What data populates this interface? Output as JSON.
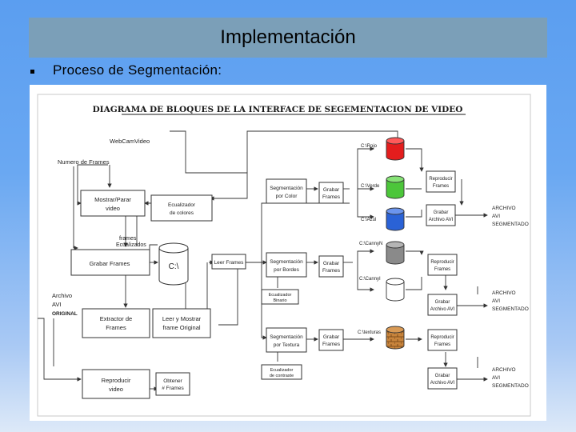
{
  "slide": {
    "title": "Implementación",
    "bullet": "Proceso de Segmentación:"
  },
  "diagram": {
    "heading": "DIAGRAMA DE BLOQUES DE LA INTERFACE DE SEGEMENTACION DE VIDEO",
    "input_labels": {
      "webcam": "WebCamVideo",
      "num_frames": "Numero de Frames",
      "frames_ecualizados_1": "frames",
      "frames_ecualizados_2": "Ecualizados",
      "archivo_1": "Archivo",
      "archivo_2": "AVI",
      "archivo_3": "ORIGINAL"
    },
    "blocks": {
      "mostrar_1": "Mostrar/Parar",
      "mostrar_2": "video",
      "ecualizador_1": "Ecualizador",
      "ecualizador_2": "de colores",
      "grabar_frames": "Grabar Frames",
      "disk": "C:\\",
      "leer_frames": "Leer Frames",
      "extractor_1": "Extractor de",
      "extractor_2": "Frames",
      "leer_mostrar_1": "Leer y Mostrar",
      "leer_mostrar_2": "frame Original",
      "reproducir_1": "Reproducir",
      "reproducir_2": "video",
      "obtener_1": "Obtener",
      "obtener_2": "# Frames",
      "seg_color_1": "Segmentación",
      "seg_color_2": "por Color",
      "seg_bordes_1": "Segmentación",
      "seg_bordes_2": "por Bordes",
      "seg_textura_1": "Segmentación",
      "seg_textura_2": "por Textura",
      "ecu_binario_1": "Ecualizador",
      "ecu_binario_2": "Binario",
      "ecu_contraste_1": "Ecualizador",
      "ecu_contraste_2": "de contraste",
      "grabar_1": "Grabar",
      "grabar_2": "Frames",
      "repro_frames_1": "Reproducir",
      "repro_frames_2": "Frames",
      "grabar_avi_1": "Grabar",
      "grabar_avi_2": "Archivo AVI"
    },
    "paths": {
      "rojo": "C:\\Rojo",
      "verde": "C:\\Verde",
      "azul": "C:\\Azul",
      "canny_n": "C:\\CannyN",
      "canny_i": "C:\\CannyI",
      "texturas": "C:\\texturas"
    },
    "outputs": {
      "out1_1": "ARCHIVO",
      "out1_2": "AVI",
      "out1_3": "SEGMENTADO",
      "out2_1": "ARCHIVO",
      "out2_2": "AVI",
      "out2_3": "SEGMENTADO",
      "out3_1": "ARCHIVO",
      "out3_2": "AVI",
      "out3_3": "SEGMENTADO"
    },
    "colors": {
      "red_db": "#e31d1d",
      "green_db": "#4cc63a",
      "blue_db": "#2a62d6",
      "gray_db": "#8a8a8a",
      "white_db": "#ffffff",
      "texture_db": "#c8843c"
    }
  }
}
